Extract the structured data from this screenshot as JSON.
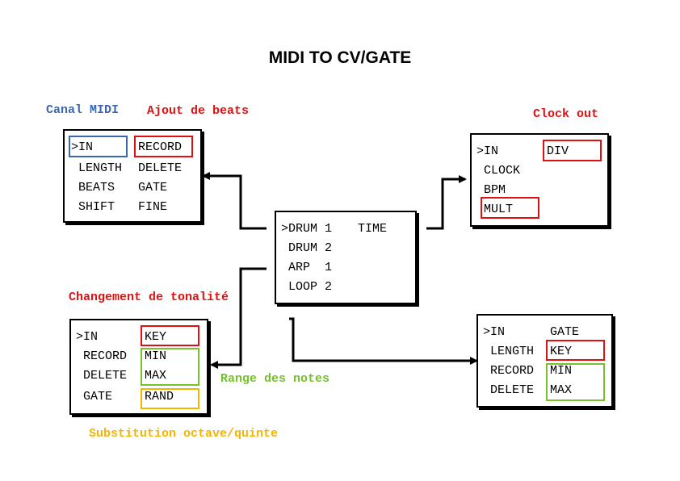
{
  "title": "MIDI TO CV/GATE",
  "colors": {
    "blue": "#3a66b0",
    "red": "#e01010",
    "green": "#77c030",
    "orange": "#f4b400"
  },
  "annotations": {
    "canal_midi": "Canal MIDI",
    "ajout_beats": "Ajout de beats",
    "clock_out": "Clock out",
    "changement_tonalite": "Changement de tonalité",
    "range_notes": "Range des notes",
    "substitution": "Substitution octave/quinte"
  },
  "drum_menu": {
    "in": ">IN",
    "length": "LENGTH",
    "beats": "BEATS",
    "shift": "SHIFT",
    "record": "RECORD",
    "delete": "DELETE",
    "gate": "GATE",
    "fine": "FINE"
  },
  "clock_menu": {
    "in": ">IN",
    "clock": "CLOCK",
    "bpm": "BPM",
    "mult": "MULT",
    "div": "DIV"
  },
  "main_menu": {
    "drum1": ">DRUM 1",
    "drum2": "DRUM 2",
    "arp": "ARP  1",
    "loop": "LOOP 2",
    "time": "TIME"
  },
  "arp_menu": {
    "in": ">IN",
    "record": "RECORD",
    "delete": "DELETE",
    "gate": "GATE",
    "key": "KEY",
    "min": "MIN",
    "max": "MAX",
    "rand": "RAND"
  },
  "loop_menu": {
    "in": ">IN",
    "length": "LENGTH",
    "record": "RECORD",
    "delete": "DELETE",
    "gate": "GATE",
    "key": "KEY",
    "min": "MIN",
    "max": "MAX"
  }
}
